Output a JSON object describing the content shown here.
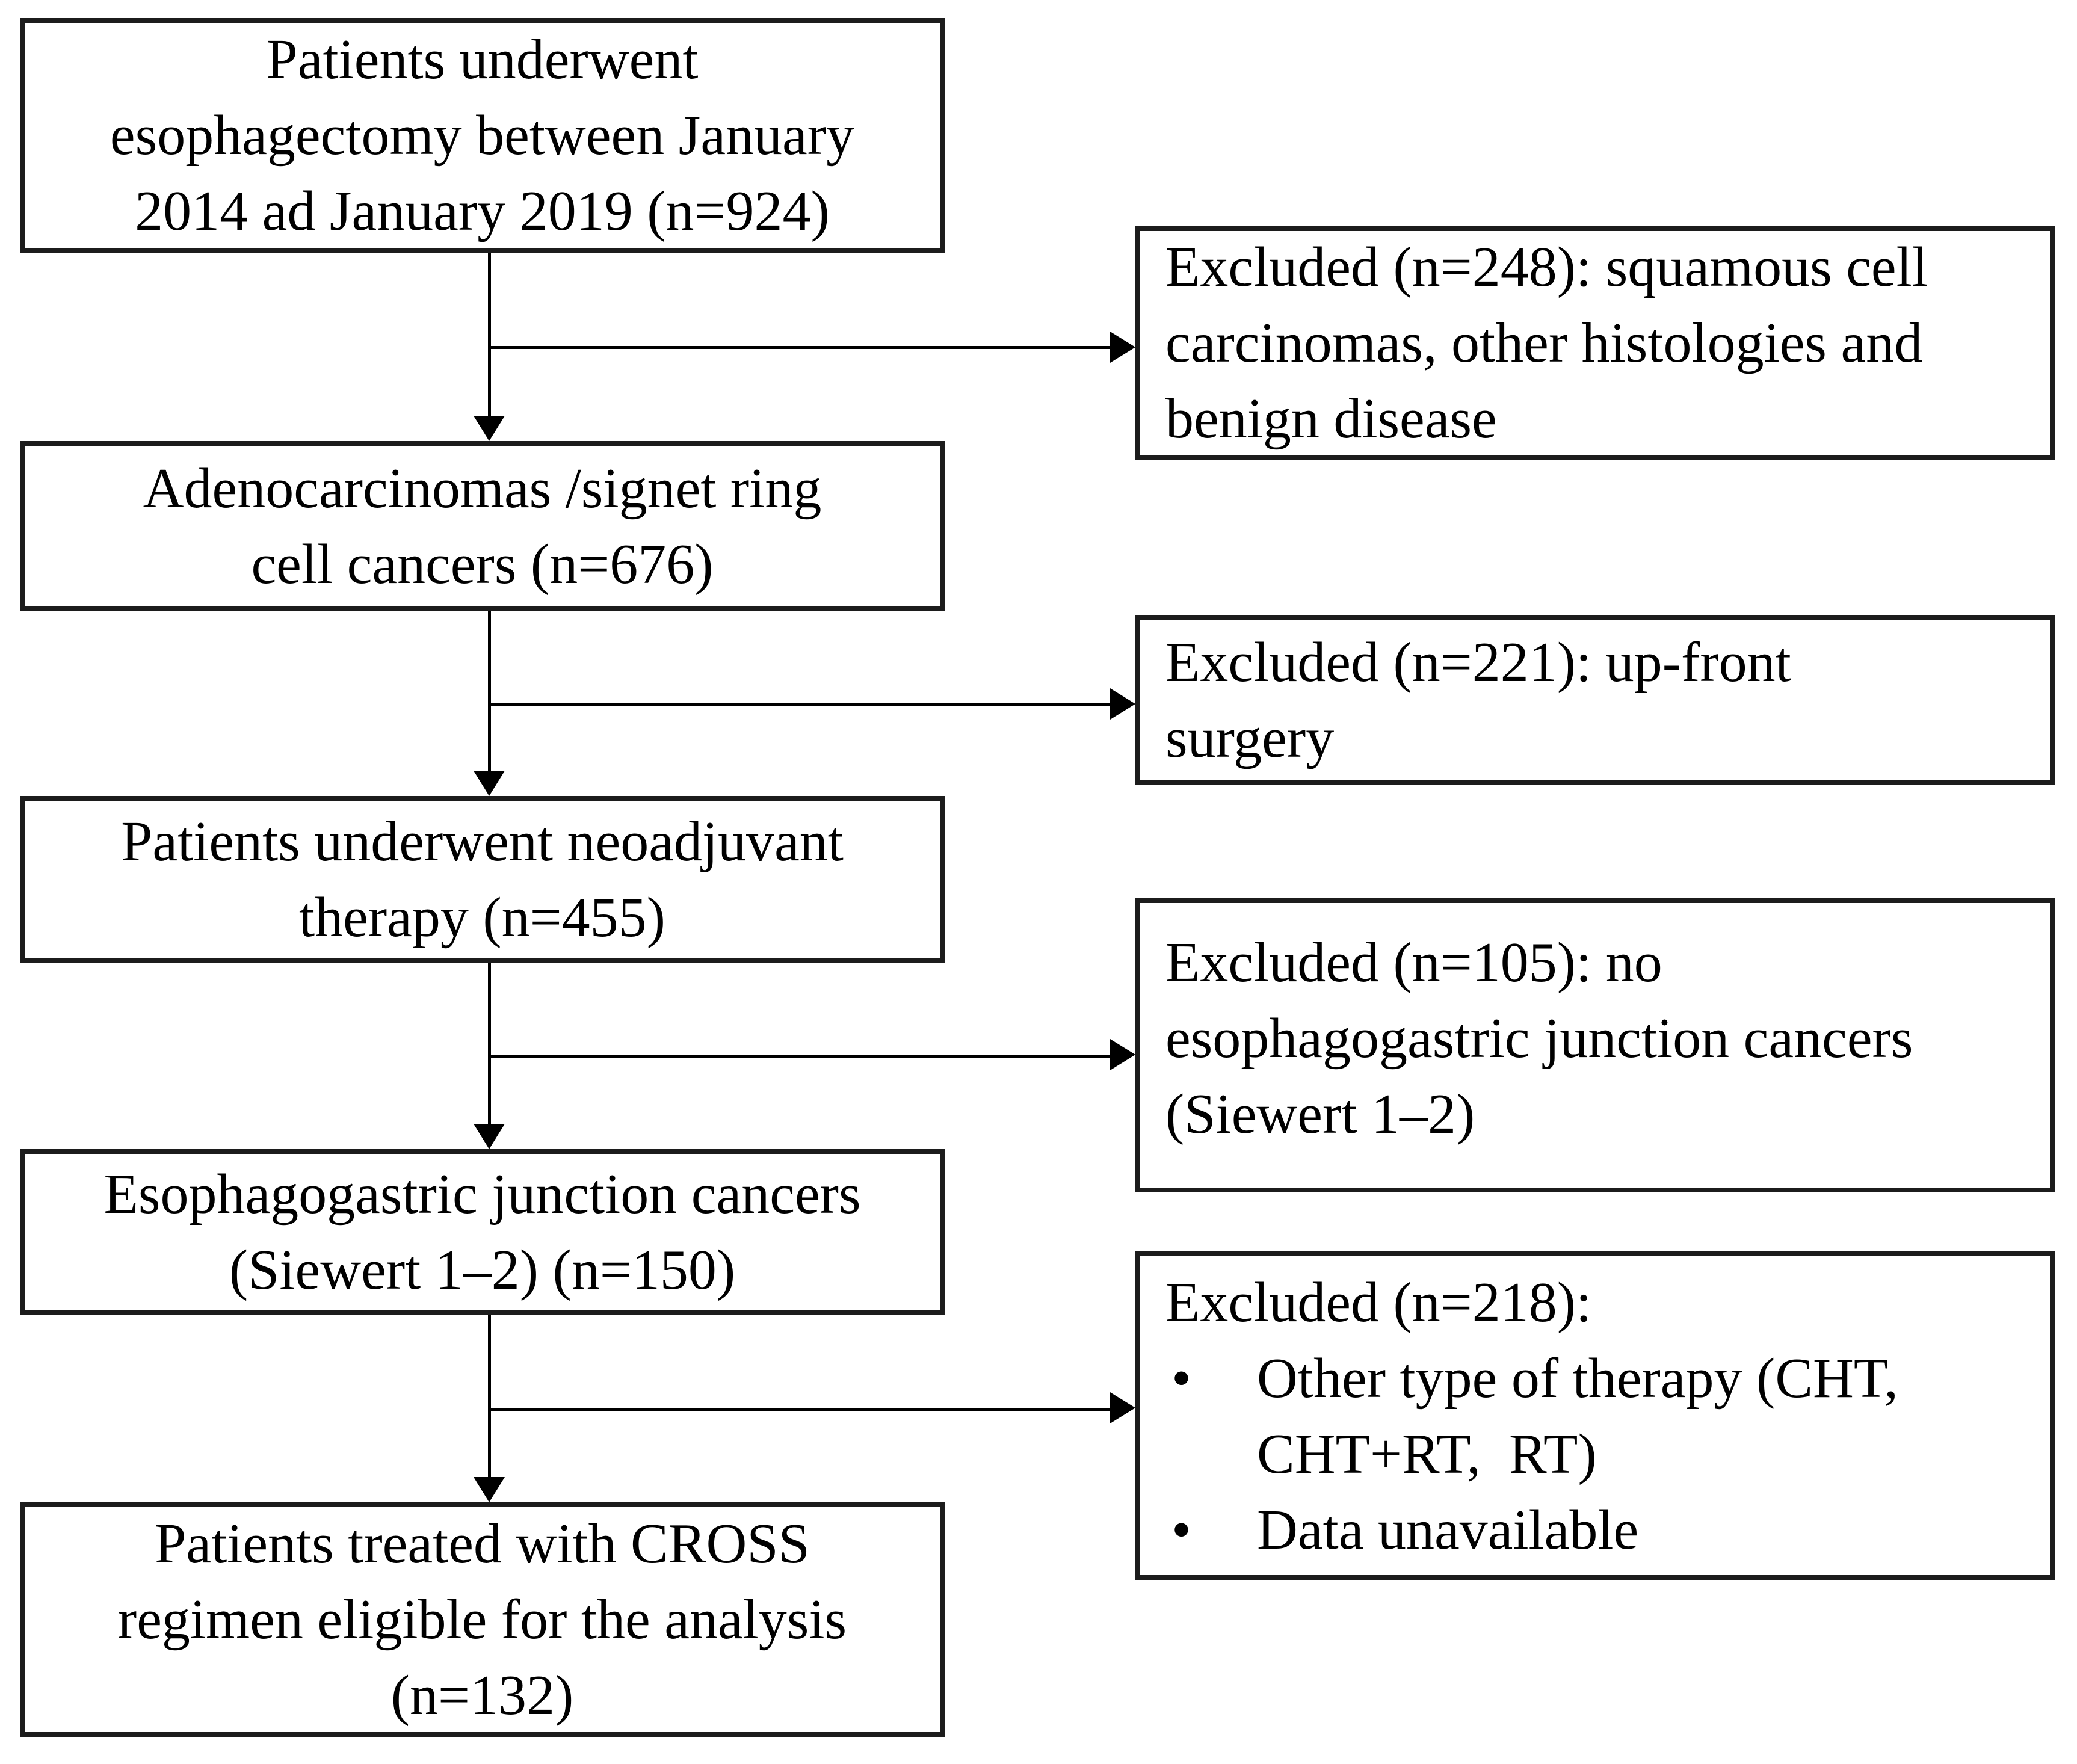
{
  "colors": {
    "background": "#ffffff",
    "box_border": "#1c1c1c",
    "text": "#000000",
    "connector": "#000000"
  },
  "bullet_glyph": "•",
  "main_flow": [
    {
      "n": 924,
      "lines": [
        "Patients underwent",
        "esophagectomy between January",
        "2014 ad January 2019 (n=924)"
      ]
    },
    {
      "n": 676,
      "lines": [
        "Adenocarcinomas /signet ring",
        "cell cancers (n=676)"
      ]
    },
    {
      "n": 455,
      "lines": [
        "Patients underwent neoadjuvant",
        "therapy (n=455)"
      ]
    },
    {
      "n": 150,
      "lines": [
        "Esophagogastric junction cancers",
        "(Siewert 1–2) (n=150)"
      ]
    },
    {
      "n": 132,
      "lines": [
        "Patients treated with CROSS",
        "regimen eligible for the analysis",
        "(n=132)"
      ]
    }
  ],
  "exclusions": [
    {
      "n": 248,
      "lines": [
        "Excluded (n=248): squamous cell",
        "carcinomas, other histologies and",
        "benign disease"
      ]
    },
    {
      "n": 221,
      "lines": [
        "Excluded (n=221): up-front",
        "surgery"
      ]
    },
    {
      "n": 105,
      "lines": [
        "Excluded (n=105): no",
        "esophagogastric junction cancers",
        "(Siewert 1–2)"
      ]
    },
    {
      "n": 218,
      "heading": "Excluded (n=218):",
      "bullets": [
        {
          "lines": [
            "Other type of therapy (CHT,",
            "CHT+RT,  RT)"
          ]
        },
        {
          "lines": [
            "Data unavailable"
          ]
        }
      ]
    }
  ]
}
